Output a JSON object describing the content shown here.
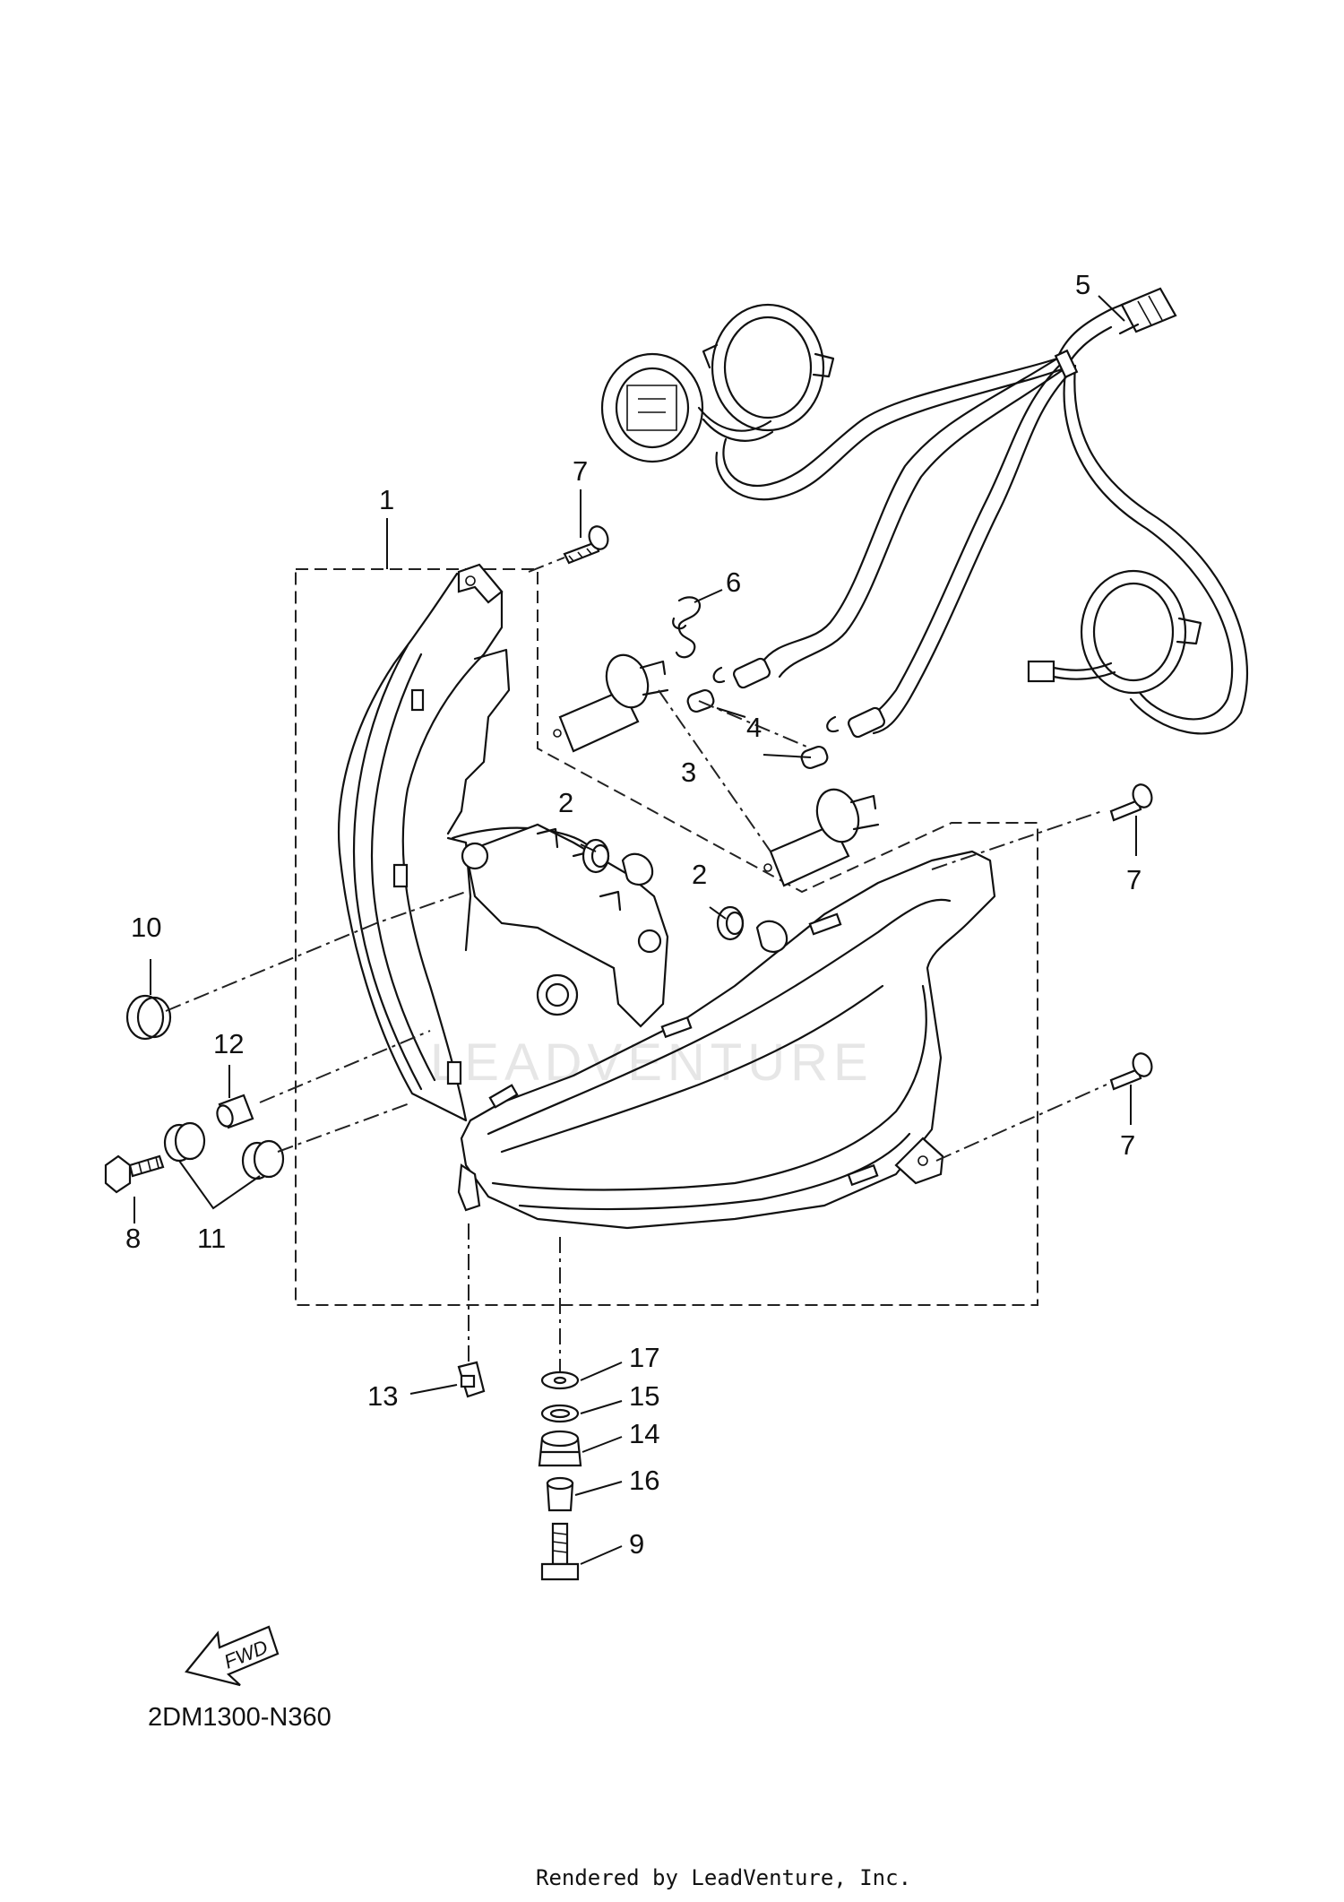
{
  "diagram": {
    "code": "2DM1300-N360",
    "credit": "Rendered by LeadVenture, Inc.",
    "watermark": "LEADVENTURE",
    "fwd_label": "FWD",
    "callouts": {
      "c1": "1",
      "c2a": "2",
      "c2b": "2",
      "c3": "3",
      "c4": "4",
      "c5": "5",
      "c6": "6",
      "c7a": "7",
      "c7b": "7",
      "c7c": "7",
      "c8": "8",
      "c9": "9",
      "c10": "10",
      "c11": "11",
      "c12": "12",
      "c13": "13",
      "c14": "14",
      "c15": "15",
      "c16": "16",
      "c17": "17"
    }
  }
}
